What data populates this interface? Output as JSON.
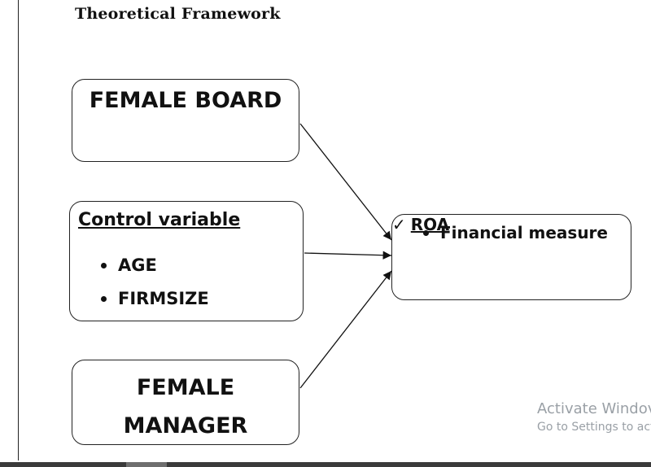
{
  "title": "Theoretical Framework",
  "boxes": {
    "female_board": {
      "label": "FEMALE BOARD"
    },
    "control_variable": {
      "heading": "Control variable",
      "items": [
        "AGE",
        "FIRMSIZE"
      ]
    },
    "female_manager": {
      "line1": "FEMALE",
      "line2": "MANAGER"
    },
    "outcome": {
      "bullet": "Financial measure",
      "check_symbol": "✓",
      "sub_item": "ROA"
    }
  },
  "watermark": {
    "line1": "Activate Windov",
    "line2": "Go to Settings to act"
  }
}
